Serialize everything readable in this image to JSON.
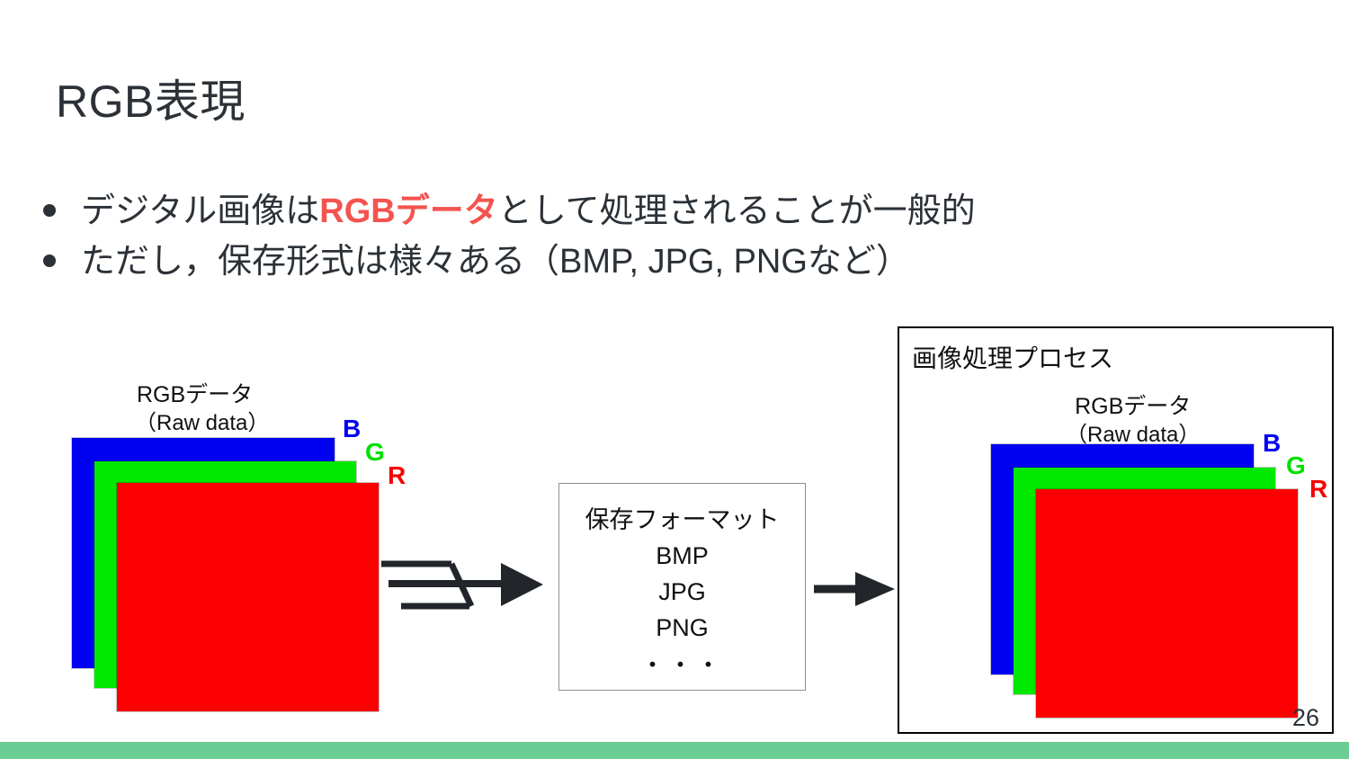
{
  "slide": {
    "title": "RGB表現",
    "page_number": "26",
    "background_color": "#ffffff",
    "accent_band_color": "#69cd94",
    "title_color": "#2b3137",
    "highlight_color": "#f4534f"
  },
  "bullets": [
    {
      "parts": [
        {
          "text": "デジタル画像は",
          "highlight": false
        },
        {
          "text": "RGBデータ",
          "highlight": true
        },
        {
          "text": "として処理されることが一般的",
          "highlight": false
        }
      ],
      "plain": "デジタル画像はRGBデータとして処理されることが一般的"
    },
    {
      "parts": [
        {
          "text": "ただし，保存形式は様々ある（BMP, JPG, PNGなど）",
          "highlight": false
        }
      ],
      "plain": "ただし，保存形式は様々ある（BMP, JPG, PNGなど）"
    }
  ],
  "diagram": {
    "left_stack": {
      "caption_main": "RGBデータ",
      "caption_sub": "（Raw data）",
      "channel_labels": {
        "blue": "B",
        "green": "G",
        "red": "R"
      },
      "plane_colors": {
        "blue": "#0000f0",
        "green": "#00e800",
        "red": "#fa0000"
      }
    },
    "format_box": {
      "title": "保存フォーマット",
      "items": [
        "BMP",
        "JPG",
        "PNG"
      ],
      "ellipsis": "・・・"
    },
    "process_box": {
      "title": "画像処理プロセス",
      "caption_main": "RGBデータ",
      "caption_sub": "（Raw data）",
      "channel_labels": {
        "blue": "B",
        "green": "G",
        "red": "R"
      },
      "plane_colors": {
        "blue": "#0000f0",
        "green": "#00e800",
        "red": "#fa0000"
      }
    },
    "arrows": {
      "merge_arrow_label": "merge-3-to-1-arrow",
      "single_arrow_label": "right-arrow"
    }
  }
}
